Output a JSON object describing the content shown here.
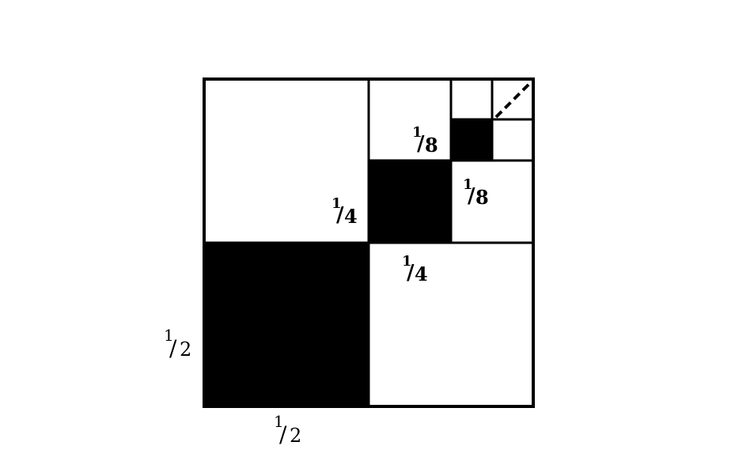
{
  "diagram": {
    "description_free": true,
    "colors": {
      "ink": "#000000",
      "paper": "#ffffff"
    },
    "labels": {
      "half_side": {
        "num": "1",
        "den": "2"
      },
      "half_bottom": {
        "num": "1",
        "den": "2"
      },
      "quarter_top": {
        "num": "1",
        "den": "4"
      },
      "quarter_right": {
        "num": "1",
        "den": "4"
      },
      "eighth_top": {
        "num": "1",
        "den": "8"
      },
      "eighth_right": {
        "num": "1",
        "den": "8"
      }
    }
  }
}
